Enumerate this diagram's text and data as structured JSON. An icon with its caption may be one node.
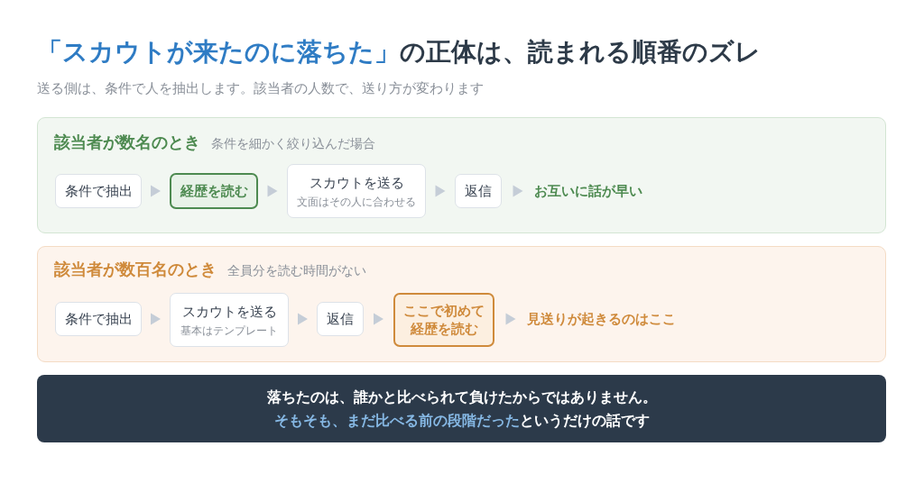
{
  "diagram": {
    "title": "**「スカウトが来たのに落ちた」**の正体は、読まれる順番のズレ",
    "nodes": [
      {
        "text": [
          "該当者が数名のとき",
          "条件を細かく絞り込んだ場合"
        ]
      },
      {
        "text": [
          "条件で抽出"
        ],
        "in": 0
      },
      {
        "text": [
          "経歴を読む"
        ],
        "in": 0
      },
      {
        "text": [
          "スカウトを送る",
          "文面はその人に合わせる"
        ],
        "in": 0
      },
      {
        "text": [
          "返信"
        ],
        "in": 0
      },
      {
        "text": [
          "お互いに話が早い"
        ],
        "in": 0
      },
      {
        "text": [
          "該当者が数百名のとき",
          "全員分を読む時間がない"
        ]
      },
      {
        "text": [
          "条件で抽出"
        ],
        "in": 6
      },
      {
        "text": [
          "スカウトを送る",
          "基本はテンプレート"
        ],
        "in": 6
      },
      {
        "text": [
          "返信"
        ],
        "in": 6
      },
      {
        "text": [
          "ここで初めて経歴を読む"
        ],
        "in": 6
      },
      {
        "text": [
          "見送りが起きるのはここ"
        ],
        "in": 6
      },
      {
        "text": [
          "落ちたのは、誰かと比べられて負けたからではありません。",
          "**そもそも、まだ比べる前の段階だった**というだけの話です"
        ]
      }
    ],
    "edges": [
      {
        "from": 1,
        "to": 2,
        "arrow": "to"
      },
      {
        "from": 2,
        "to": 3,
        "arrow": "to"
      },
      {
        "from": 3,
        "to": 4,
        "arrow": "to"
      },
      {
        "from": 4,
        "to": 5,
        "arrow": "to"
      },
      {
        "from": 7,
        "to": 8,
        "arrow": "to"
      },
      {
        "from": 8,
        "to": 9,
        "arrow": "to"
      },
      {
        "from": 9,
        "to": 10,
        "arrow": "to"
      },
      {
        "from": 10,
        "to": 11,
        "arrow": "to"
      }
    ],
    "labels": [
      "送る側は、条件で人を抽出します。該当者の人数で、送り方が変わります"
    ]
  }
}
